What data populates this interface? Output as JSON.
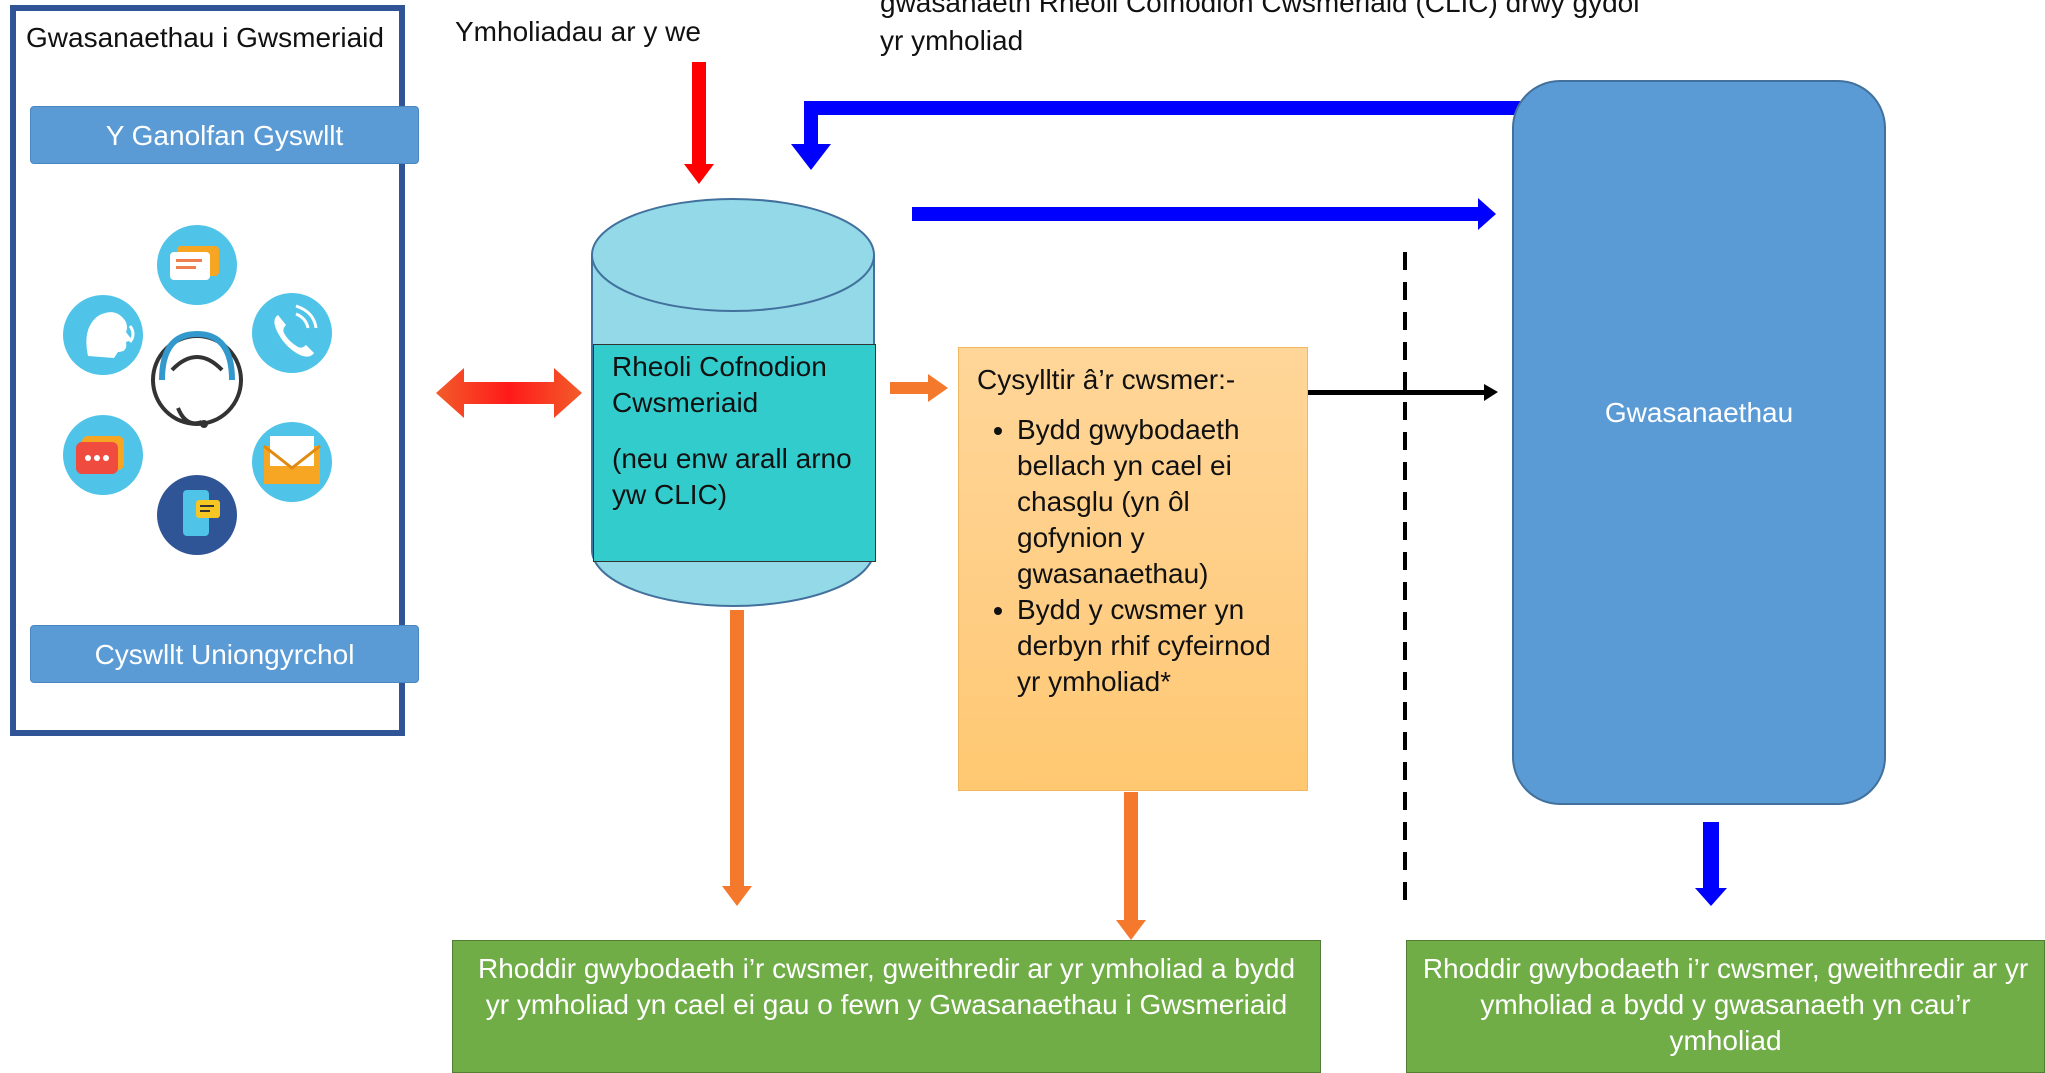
{
  "left_panel": {
    "title": "Gwasanaethau i Gwsmeriaid",
    "top_bar": "Y Ganolfan Gyswllt",
    "bottom_bar": "Cyswllt Uniongyrchol"
  },
  "web_enquiries": "Ymholiadau ar y we",
  "clic_note": "gwasanaeth Rheoli Cofnodion Cwsmeriaid (CLIC) drwy gydol yr ymholiad",
  "crm": {
    "title": "Rheoli Cofnodion Cwsmeriaid",
    "subtitle": "(neu enw arall arno yw  CLIC)"
  },
  "contact_box": {
    "heading": "Cysylltir â’r cwsmer:-",
    "bullets": [
      "Bydd gwybodaeth bellach yn cael ei chasglu (yn ôl gofynion y gwasanaethau)",
      "Bydd y cwsmer yn derbyn rhif cyfeirnod yr ymholiad*"
    ]
  },
  "services": {
    "label": "Gwasanaethau"
  },
  "outcomes": {
    "customer_services": "Rhoddir  gwybodaeth i’r cwsmer, gweithredir ar yr ymholiad a bydd yr ymholiad yn cael ei gau o fewn y Gwasanaethau i Gwsmeriaid",
    "service": "Rhoddir gwybodaeth i’r cwsmer, gweithredir ar yr ymholiad a bydd y gwasanaeth yn cau’r ymholiad"
  },
  "icons": [
    "chat-bubble-icon",
    "phone-icon",
    "speaking-head-icon",
    "headset-agent-icon",
    "sms-icon",
    "email-icon",
    "mobile-message-icon"
  ],
  "colors": {
    "panel_border": "#2f5597",
    "blue_bar": "#5b9bd5",
    "crm_teal": "#33cccc",
    "cylinder": "#93d9e8",
    "orange_box": "#ffd699",
    "services_blue": "#5b9bd5",
    "green": "#70ad47",
    "arrow_blue": "#0000ff",
    "arrow_red": "#ff0000",
    "arrow_orange": "#f4792d"
  }
}
